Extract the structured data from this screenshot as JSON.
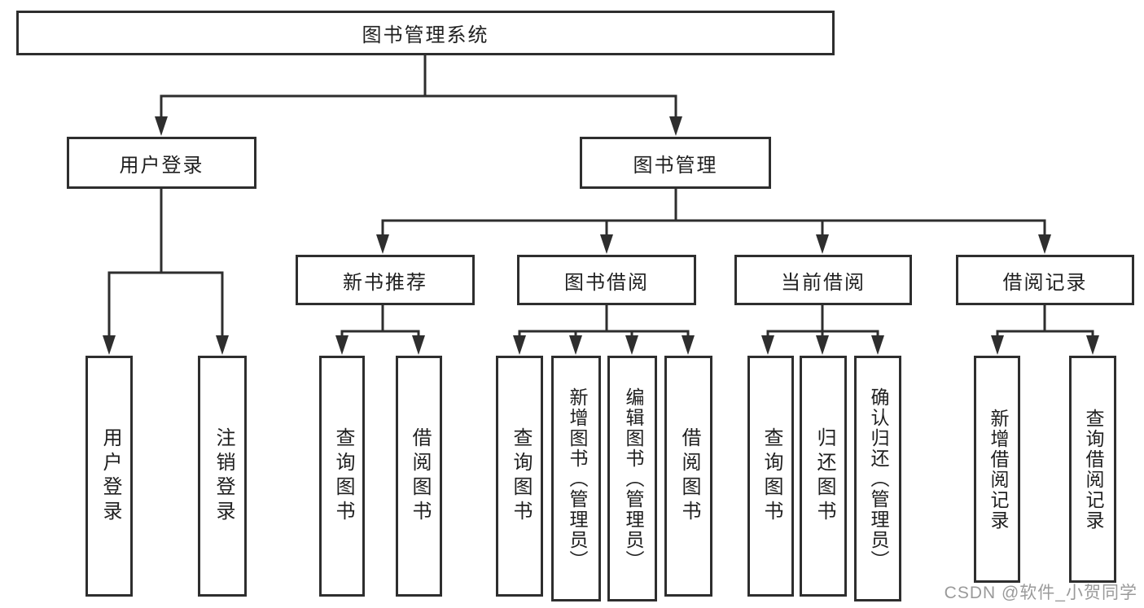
{
  "diagram": {
    "root": {
      "label": "图书管理系统"
    },
    "user_login": {
      "label": "用户登录",
      "children": [
        {
          "label": "用户登录"
        },
        {
          "label": "注销登录"
        }
      ]
    },
    "book_management": {
      "label": "图书管理",
      "sections": [
        {
          "label": "新书推荐",
          "children": [
            {
              "label": "查询图书"
            },
            {
              "label": "借阅图书"
            }
          ]
        },
        {
          "label": "图书借阅",
          "children": [
            {
              "label": "查询图书"
            },
            {
              "label": "新增图书（管理员）"
            },
            {
              "label": "编辑图书（管理员）"
            },
            {
              "label": "借阅图书"
            }
          ]
        },
        {
          "label": "当前借阅",
          "children": [
            {
              "label": "查询图书"
            },
            {
              "label": "归还图书"
            },
            {
              "label": "确认归还（管理员）"
            }
          ]
        },
        {
          "label": "借阅记录",
          "children": [
            {
              "label": "新增借阅记录"
            },
            {
              "label": "查询借阅记录"
            }
          ]
        }
      ]
    }
  },
  "watermark": {
    "text": "CSDN @软件_小贺同学"
  },
  "colors": {
    "line": "#2e2e2e",
    "box_border": "#2e2e2e",
    "text": "#1f1f1f",
    "background": "#ffffff",
    "watermark": "#9a9a9a"
  }
}
